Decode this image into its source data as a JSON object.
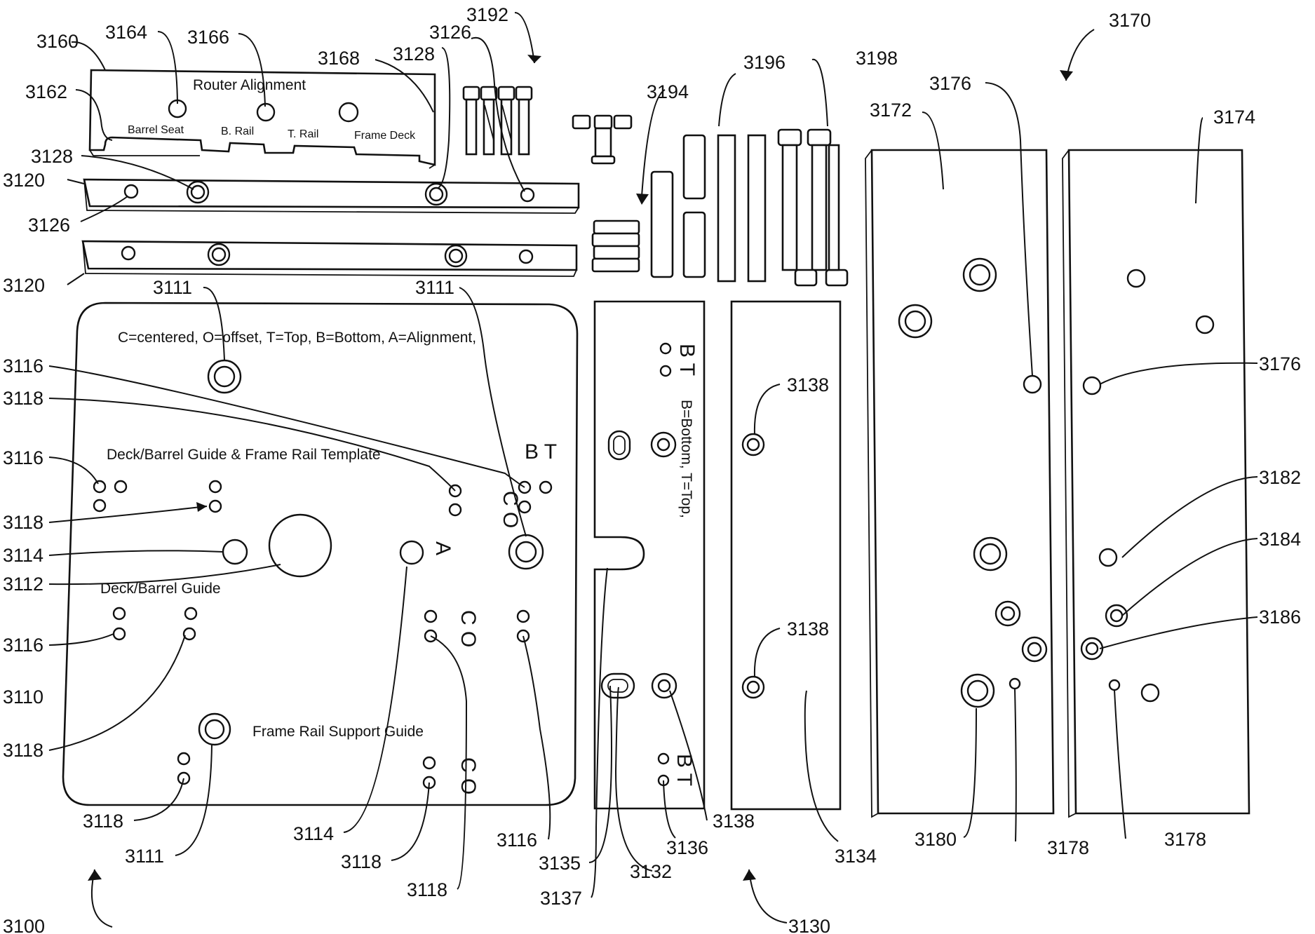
{
  "refs": {
    "r3100": "3100",
    "r3110": "3110",
    "r3111": "3111",
    "r3112": "3112",
    "r3114": "3114",
    "r3116": "3116",
    "r3118": "3118",
    "r3120": "3120",
    "r3126": "3126",
    "r3128": "3128",
    "r3130": "3130",
    "r3132": "3132",
    "r3134": "3134",
    "r3135": "3135",
    "r3136": "3136",
    "r3137": "3137",
    "r3138": "3138",
    "r3160": "3160",
    "r3162": "3162",
    "r3164": "3164",
    "r3166": "3166",
    "r3168": "3168",
    "r3170": "3170",
    "r3172": "3172",
    "r3174": "3174",
    "r3176": "3176",
    "r3178": "3178",
    "r3180": "3180",
    "r3182": "3182",
    "r3184": "3184",
    "r3186": "3186",
    "r3192": "3192",
    "r3194": "3194",
    "r3196": "3196",
    "r3198": "3198"
  },
  "router_block": {
    "title": "Router  Alignment",
    "notches": [
      "Barrel Seat",
      "B.  Rail",
      "T.  Rail",
      "Frame Deck"
    ]
  },
  "template": {
    "legend": "C=centered, O=offset, T=Top, B=Bottom, A=Alignment,",
    "guide_title": "Deck/Barrel  Guide  &  Frame  Rail  Template",
    "deck_guide": "Deck/Barrel  Guide",
    "support_guide": "Frame  Rail  Support  Guide",
    "bt": "B T",
    "co": "C O",
    "a": "A"
  },
  "bar": {
    "bt_top": "B T",
    "legend": "B=Bottom, T=Top,",
    "bt_bottom": "B T"
  }
}
